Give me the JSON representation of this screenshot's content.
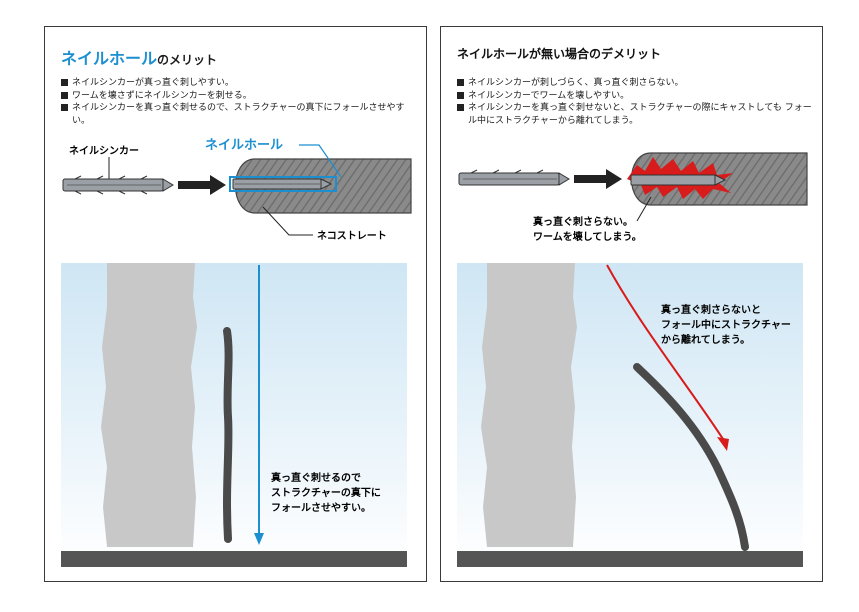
{
  "left": {
    "title_highlight": "ネイルホール",
    "title_rest": "のメリット",
    "bullets": [
      "ネイルシンカーが真っ直ぐ刺しやすい。",
      "ワームを壊さずにネイルシンカーを刺せる。",
      "ネイルシンカーを真っ直ぐ刺せるので、ストラクチャーの真下にフォールさせやすい。"
    ],
    "label_sinker": "ネイルシンカー",
    "label_nailhole": "ネイルホール",
    "label_worm": "ネコストレート",
    "caption": [
      "真っ直ぐ刺せるので",
      "ストラクチャーの真下に",
      "フォールさせやすい。"
    ]
  },
  "right": {
    "title": "ネイルホールが無い場合のデメリット",
    "bullets": [
      "ネイルシンカーが刺しづらく、真っ直ぐ刺さらない。",
      "ネイルシンカーでワームを壊しやすい。",
      "ネイルシンカーを真っ直ぐ刺せないと、ストラクチャーの際にキャストしても フォール中にストラクチャーから離れてしまう。"
    ],
    "callout": [
      "真っ直ぐ刺さらない。",
      "ワームを壊してしまう。"
    ],
    "caption": [
      "真っ直ぐ刺さらないと",
      "フォール中にストラクチャー",
      "から離れてしまう。"
    ]
  },
  "colors": {
    "accent_blue": "#1b8fd0",
    "accent_red": "#d81b1b",
    "water_top": "#cfe6f4",
    "structure": "#c8c8c8",
    "worm": "#4a4a4a",
    "bottom": "#555555"
  }
}
